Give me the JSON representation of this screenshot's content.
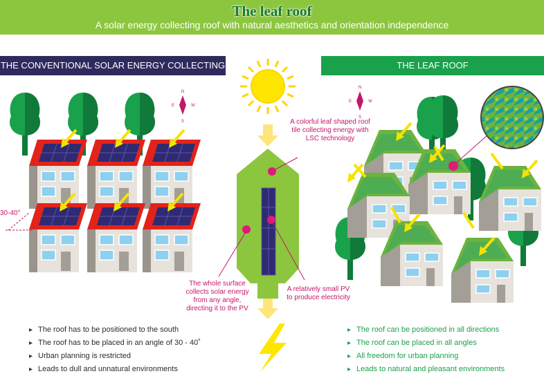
{
  "header": {
    "title": "The leaf roof",
    "subtitle": "A solar energy collecting roof with natural aesthetics and orientation independence"
  },
  "left": {
    "heading": "THE CONVENTIONAL SOLAR ENERGY COLLECTING ROOF",
    "angle_label": "30-40°",
    "bullets": [
      "The roof has to be positioned to the south",
      "The roof has to be placed in an angle of 30 - 40˚",
      "Urban planning is restricted",
      "Leads to dull and unnatural environments"
    ]
  },
  "right": {
    "heading": "THE LEAF ROOF",
    "bullets": [
      "The roof can be positioned in all directions",
      "The roof can be placed in all angles",
      "All freedom for urban planning",
      "Leads to natural and pleasant environments"
    ]
  },
  "center": {
    "label_tile": "A colorful leaf shaped roof tile collecting energy with LSC technology",
    "label_surface": "The whole surface collects solar energy from any angle, directing it to the PV",
    "label_pv": "A relatively small PV to produce electricity"
  },
  "compass": {
    "n": "N",
    "s": "S",
    "e": "E",
    "w": "W"
  },
  "colors": {
    "banner": "#8cc63f",
    "left_header": "#2f2a5e",
    "right_header": "#1aa14b",
    "accent": "#c4166a",
    "leaf": "#8cc63f",
    "sun": "#ffe600"
  }
}
